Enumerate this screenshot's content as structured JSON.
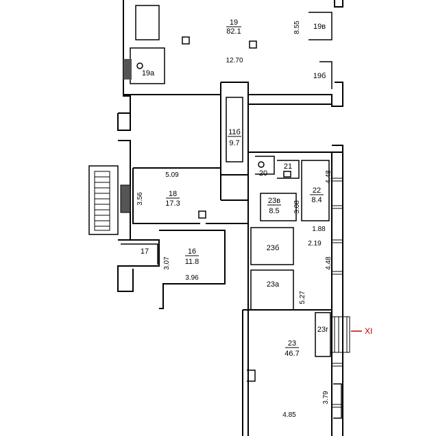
{
  "plan": {
    "rooms": [
      {
        "id": "19",
        "number": "19",
        "area": "82.1"
      },
      {
        "id": "19v",
        "number": "19в",
        "area": ""
      },
      {
        "id": "19a",
        "number": "19а",
        "area": ""
      },
      {
        "id": "19b",
        "number": "19б",
        "area": ""
      },
      {
        "id": "11b",
        "number": "11б",
        "area": "9.7"
      },
      {
        "id": "18",
        "number": "18",
        "area": "17.3"
      },
      {
        "id": "20",
        "number": "20",
        "area": ""
      },
      {
        "id": "21",
        "number": "21",
        "area": ""
      },
      {
        "id": "22",
        "number": "22",
        "area": "8.4"
      },
      {
        "id": "23v",
        "number": "23в",
        "area": "8.5"
      },
      {
        "id": "23b",
        "number": "23б",
        "area": ""
      },
      {
        "id": "17",
        "number": "17",
        "area": ""
      },
      {
        "id": "16",
        "number": "16",
        "area": "11.8"
      },
      {
        "id": "23a",
        "number": "23а",
        "area": ""
      },
      {
        "id": "23g",
        "number": "23г",
        "area": ""
      },
      {
        "id": "23",
        "number": "23",
        "area": "46.7"
      }
    ],
    "dimensions": [
      "8.55",
      "12.70",
      "5.09",
      "3.56",
      "4.48",
      "3.08",
      "1.88",
      "2.19",
      "4.48",
      "3.07",
      "3.96",
      "5.27",
      "3.79",
      "4.85"
    ],
    "entrance_mark": "XI",
    "colors": {
      "wall": "#000000",
      "background": "#ffffff",
      "entrance": "#c00000"
    }
  }
}
